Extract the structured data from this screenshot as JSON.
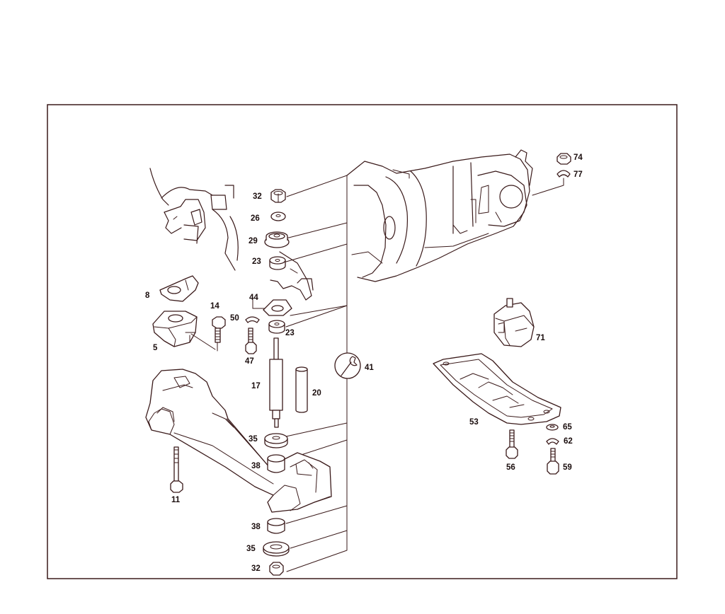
{
  "callouts": {
    "c32_top": "32",
    "c26": "26",
    "c29": "29",
    "c23_top": "23",
    "c8": "8",
    "c44": "44",
    "c14": "14",
    "c50": "50",
    "c23_mid": "23",
    "c5": "5",
    "c47": "47",
    "c41": "41",
    "c17": "17",
    "c20": "20",
    "c35_top": "35",
    "c38_top": "38",
    "c11": "11",
    "c38_bot": "38",
    "c35_bot": "35",
    "c32_bot": "32",
    "c74": "74",
    "c77": "77",
    "c71": "71",
    "c53": "53",
    "c65": "65",
    "c62": "62",
    "c56": "56",
    "c59": "59"
  },
  "icons": {
    "tool": "wrench-icon"
  },
  "colors": {
    "line": "#3a1a1a",
    "background": "#ffffff"
  }
}
